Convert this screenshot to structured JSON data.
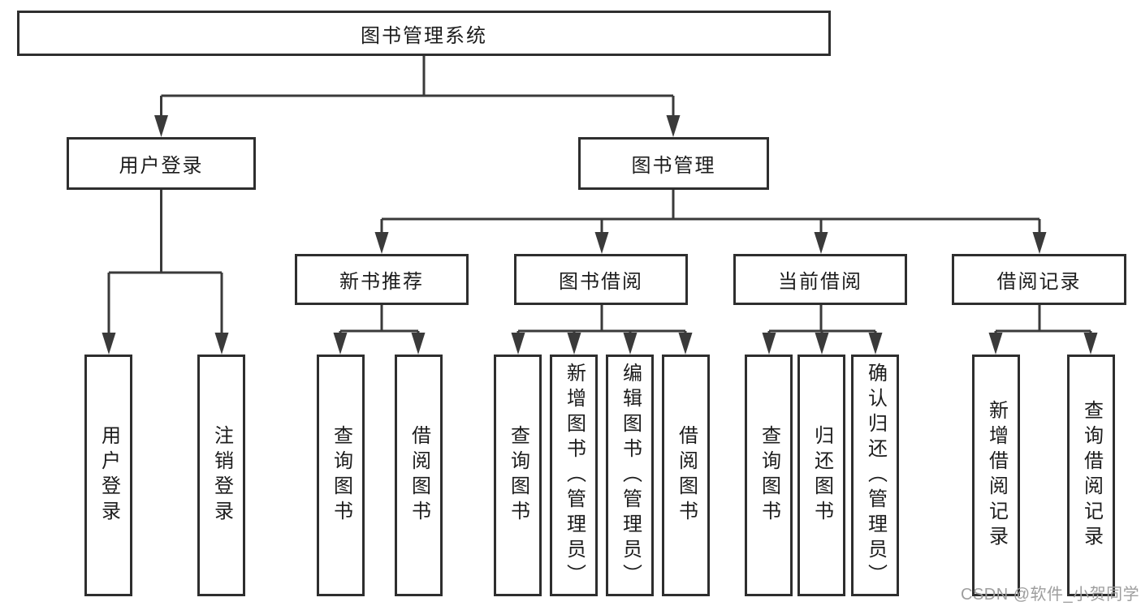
{
  "diagram_title": "图书管理系统",
  "colors": {
    "line": "#3a3a3a",
    "box_border": "#2e2e2e",
    "text": "#1c1c1c",
    "background": "#ffffff",
    "watermark": "#9e9e9e"
  },
  "tree": {
    "label": "图书管理系统",
    "children": [
      {
        "label": "用户登录",
        "children": [
          {
            "label": "用户登录"
          },
          {
            "label": "注销登录"
          }
        ]
      },
      {
        "label": "图书管理",
        "children": [
          {
            "label": "新书推荐",
            "children": [
              {
                "label": "查询图书"
              },
              {
                "label": "借阅图书"
              }
            ]
          },
          {
            "label": "图书借阅",
            "children": [
              {
                "label": "查询图书"
              },
              {
                "label": "新增图书（管理员）"
              },
              {
                "label": "编辑图书（管理员）"
              },
              {
                "label": "借阅图书"
              }
            ]
          },
          {
            "label": "当前借阅",
            "children": [
              {
                "label": "查询图书"
              },
              {
                "label": "归还图书"
              },
              {
                "label": "确认归还（管理员）"
              }
            ]
          },
          {
            "label": "借阅记录",
            "children": [
              {
                "label": "新增借阅记录"
              },
              {
                "label": "查询借阅记录"
              }
            ]
          }
        ]
      }
    ]
  },
  "watermark": {
    "text": "CSDN @软件_小贺同学"
  }
}
